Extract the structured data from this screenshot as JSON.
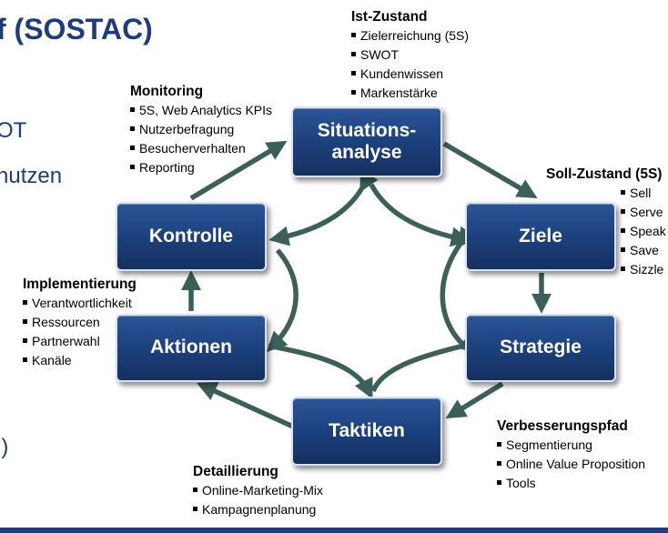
{
  "page": {
    "title": "f (SOSTAC)",
    "side_texts": [
      "OT",
      "nutzen",
      "l)"
    ]
  },
  "nodes": {
    "situationsanalyse": "Situations-\nanalyse",
    "ziele": "Ziele",
    "strategie": "Strategie",
    "taktiken": "Taktiken",
    "aktionen": "Aktionen",
    "kontrolle": "Kontrolle"
  },
  "blocks": {
    "ist_zustand": {
      "heading": "Ist-Zustand",
      "items": [
        "Zielerreichung (5S)",
        "SWOT",
        "Kundenwissen",
        "Markenstärke"
      ]
    },
    "monitoring": {
      "heading": "Monitoring",
      "items": [
        "5S, Web Analytics KPIs",
        "Nutzerbefragung",
        "Besucherverhalten",
        "Reporting"
      ]
    },
    "soll_zustand": {
      "heading": "Soll-Zustand (5S)",
      "items": [
        "Sell",
        "Serve",
        "Speak",
        "Save",
        "Sizzle"
      ]
    },
    "implementierung": {
      "heading": "Implementierung",
      "items": [
        "Verantwortlichkeit",
        "Ressourcen",
        "Partnerwahl",
        "Kanäle"
      ]
    },
    "verbesserungspfad": {
      "heading": "Verbesserungspfad",
      "items": [
        "Segmentierung",
        "Online Value Proposition",
        "Tools"
      ]
    },
    "detaillierung": {
      "heading": "Detaillierung",
      "items": [
        "Online-Marketing-Mix",
        "Kampagnenplanung"
      ]
    }
  },
  "colors": {
    "title": "#1f3c7a",
    "node_fill": "#1c3f7a",
    "arrow": "#3c5f5a"
  }
}
